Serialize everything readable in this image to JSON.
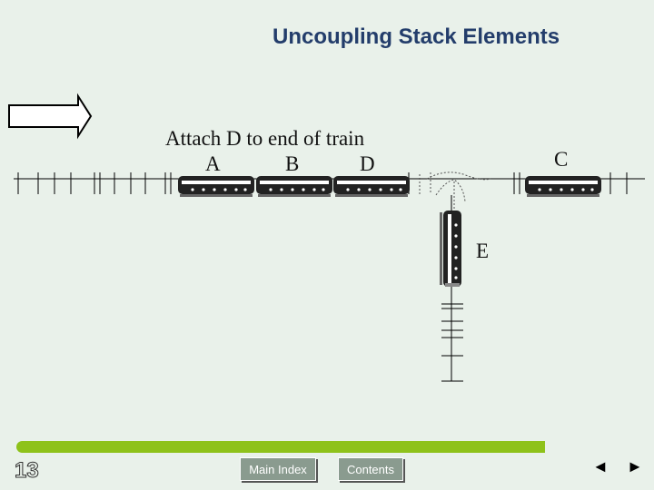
{
  "title": "Uncoupling Stack Elements",
  "caption": "Attach D to end of train",
  "labels": {
    "a": "A",
    "b": "B",
    "d": "D",
    "c": "C",
    "e": "E"
  },
  "page_number": "13",
  "nav": {
    "main_index": "Main Index",
    "contents": "Contents",
    "prev": "◄",
    "next": "►"
  },
  "colors": {
    "title": "#233d6b",
    "bar": "#8ec21a",
    "button": "#8a9b8f",
    "background": "#e9f1ea"
  }
}
